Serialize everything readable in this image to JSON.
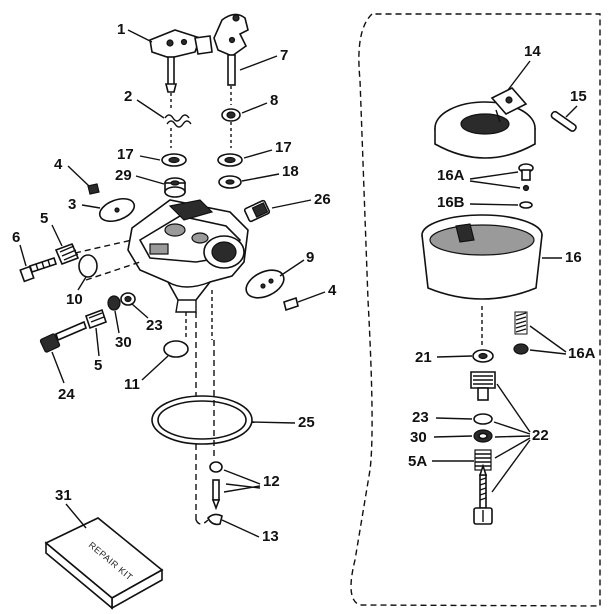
{
  "callouts": {
    "c1": "1",
    "c2": "2",
    "c3": "3",
    "c4a": "4",
    "c4b": "4",
    "c5a": "5",
    "c5b": "5",
    "c5A": "5A",
    "c6": "6",
    "c7": "7",
    "c8": "8",
    "c9": "9",
    "c10": "10",
    "c11": "11",
    "c12": "12",
    "c13": "13",
    "c14": "14",
    "c15": "15",
    "c16": "16",
    "c16A1": "16A",
    "c16A2": "16A",
    "c16B": "16B",
    "c17a": "17",
    "c17b": "17",
    "c18": "18",
    "c21": "21",
    "c22": "22",
    "c23a": "23",
    "c23b": "23",
    "c24": "24",
    "c25": "25",
    "c26": "26",
    "c29": "29",
    "c30a": "30",
    "c30b": "30",
    "c31": "31"
  },
  "repair_kit_label": "REPAIR KIT",
  "colors": {
    "ink": "#111111",
    "paper": "#ffffff",
    "shade": "#2b2b2b"
  }
}
